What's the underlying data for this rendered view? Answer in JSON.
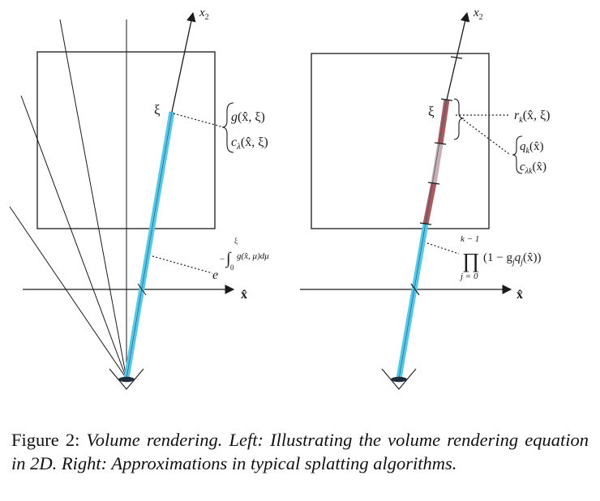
{
  "figure": {
    "left": {
      "axis_x2": "x",
      "axis_x2_sub": "2",
      "axis_x": "x̂",
      "xi": "ξ",
      "brace_line1_fn": "g",
      "brace_line1_args": "(x̂, ξ)",
      "brace_line2_fn": "c",
      "brace_line2_sub": "λ",
      "brace_line2_args": "(x̂, ξ)",
      "exp_base": "e",
      "exp_minus": "−",
      "exp_upper": "ξ",
      "exp_lower": "0",
      "exp_integrand": "g(x̂, μ)dμ"
    },
    "right": {
      "axis_x2": "x",
      "axis_x2_sub": "2",
      "axis_x": "x̂",
      "xi": "ξ",
      "r_fn": "r",
      "r_sub": "k",
      "r_args": "(x̂, ξ)",
      "q_fn": "q",
      "q_sub": "k",
      "q_args": "(x̂)",
      "c_fn": "c",
      "c_sub": "λk",
      "c_args": "(x̂)",
      "prod_symbol": "∏",
      "prod_upper": "k − 1",
      "prod_lower": "j = 0",
      "prod_expr": "(1 − g",
      "prod_sub1": "j",
      "prod_mid": "q",
      "prod_sub2": "j",
      "prod_end": "(x̂))"
    },
    "colors": {
      "ray_blue": "#56c8ea",
      "segment_red": "#a85a5e",
      "segment_pink": "#c8aeb4",
      "ink": "#1a1a1a"
    }
  },
  "caption": {
    "label": "Figure 2: ",
    "text": "Volume rendering. Left: Illustrating the volume rendering equation in 2D. Right: Approximations in typical splatting algorithms."
  }
}
